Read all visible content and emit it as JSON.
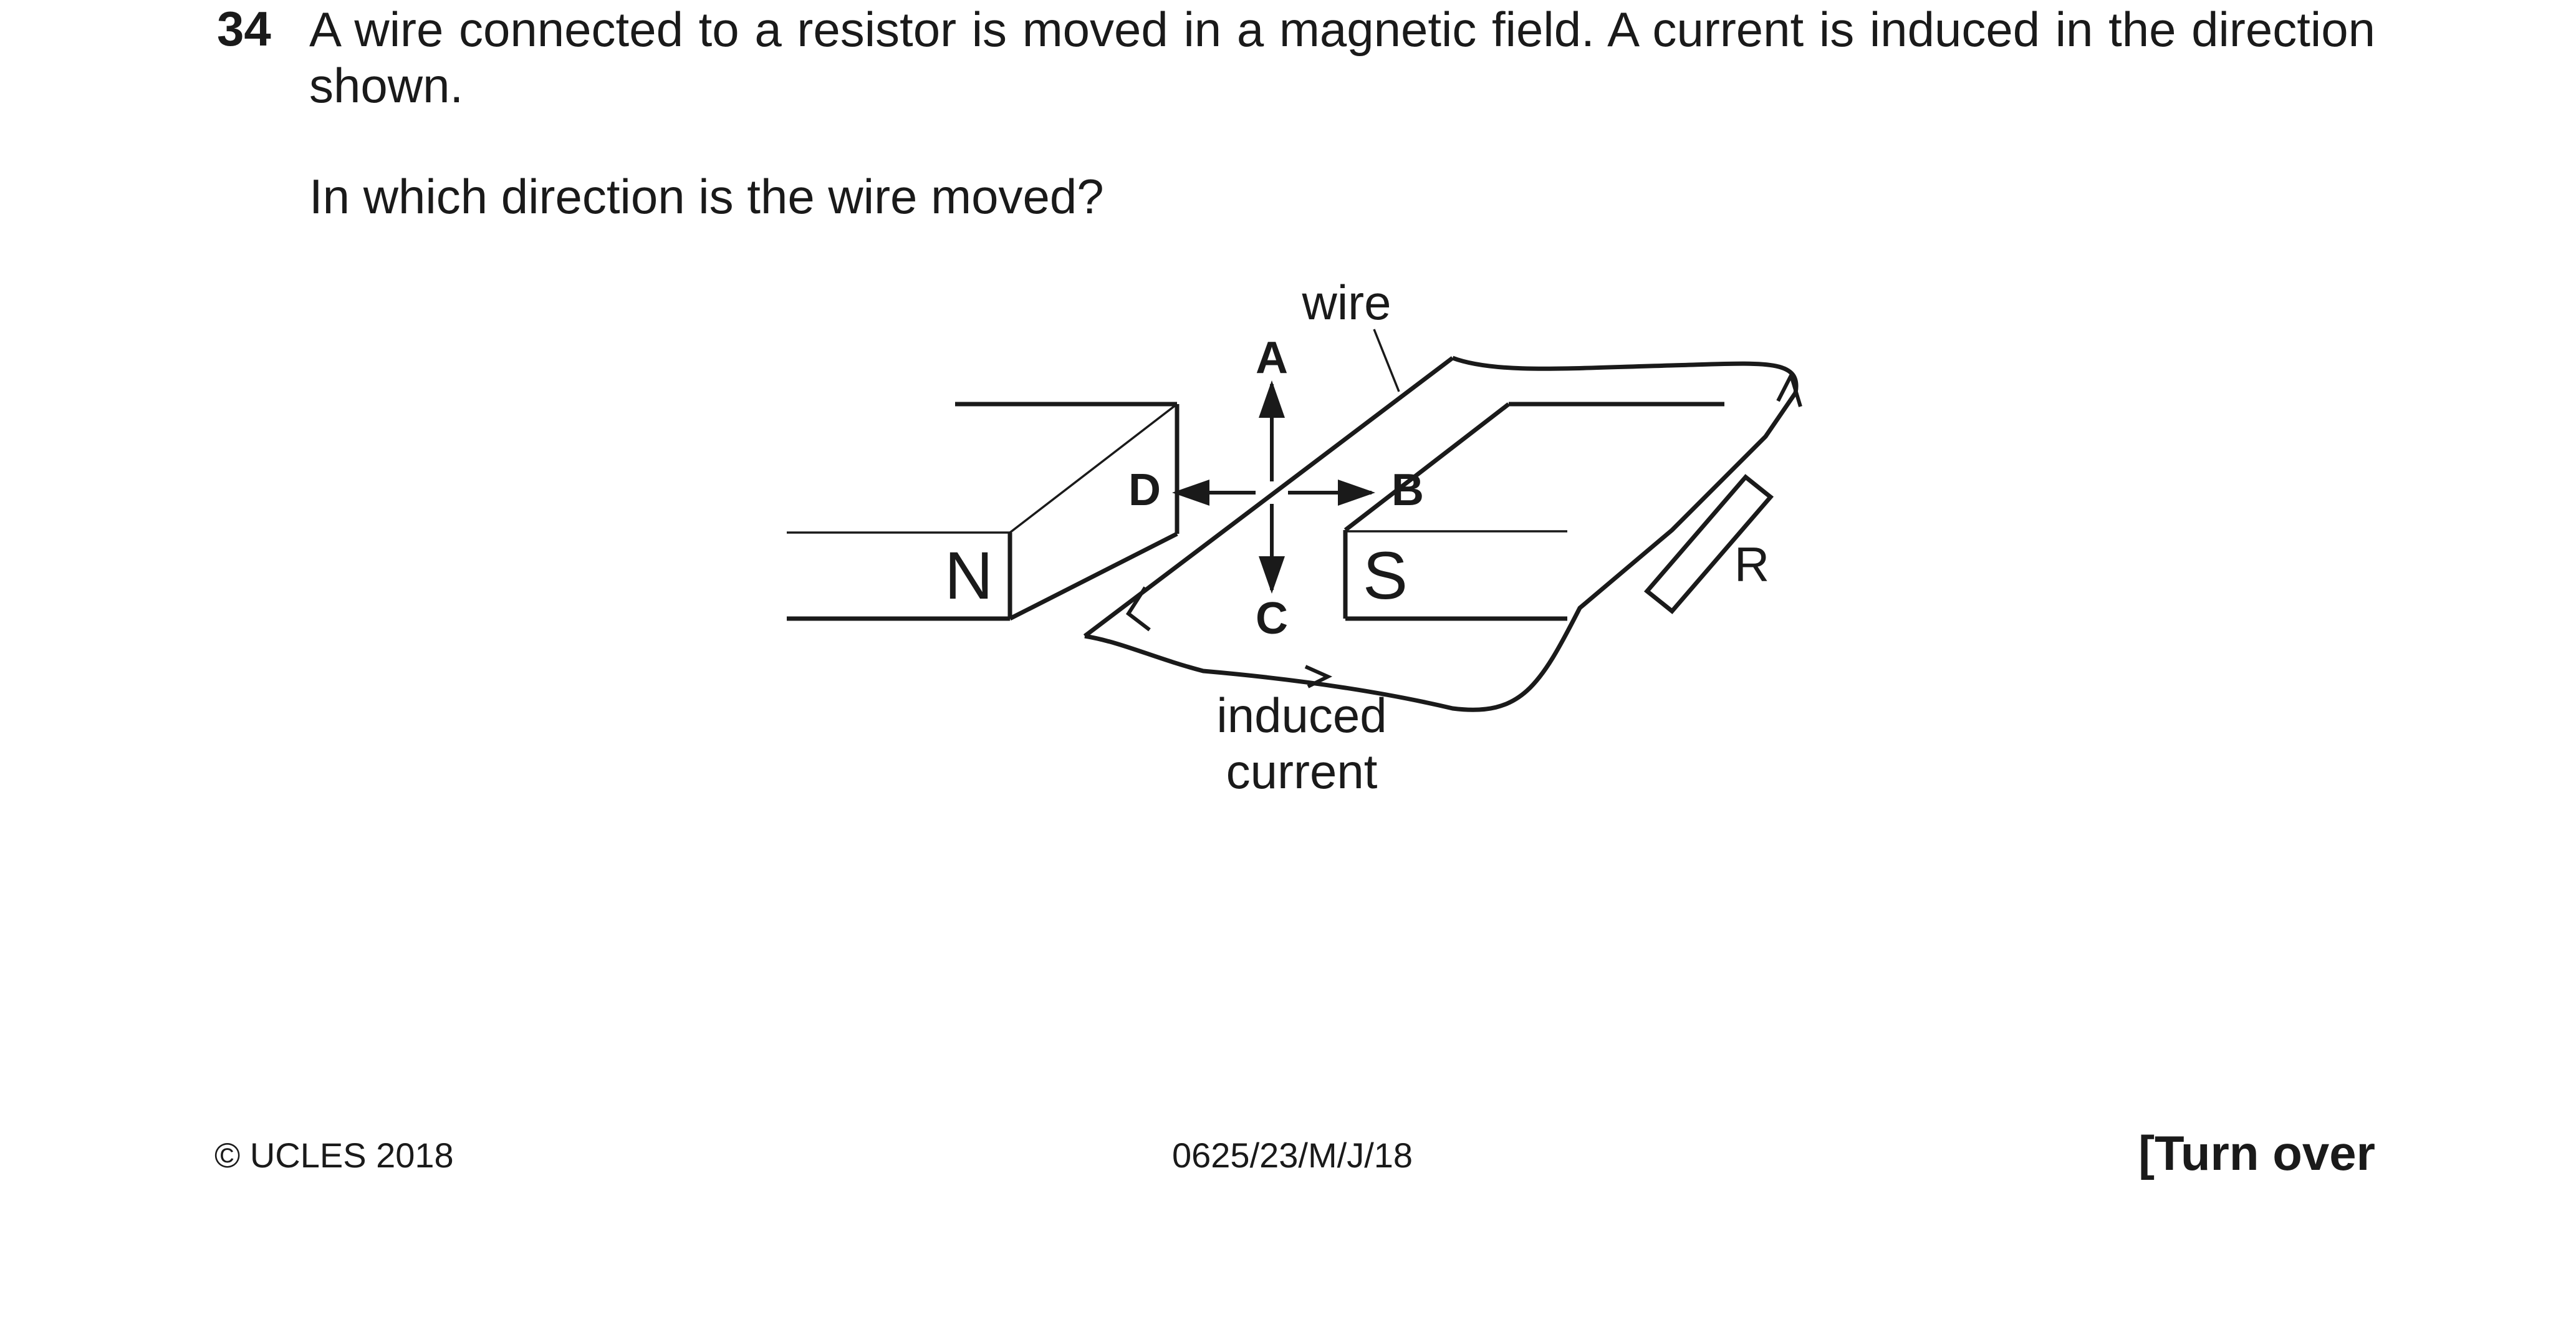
{
  "question": {
    "number": "34",
    "stem": "A wire connected to a resistor is moved in a magnetic field. A current is induced in the direction shown.",
    "prompt": "In which direction is the wire moved?"
  },
  "diagram": {
    "wire_label": "wire",
    "north_pole_label": "N",
    "south_pole_label": "S",
    "resistor_label": "R",
    "direction_labels": {
      "a": "A",
      "b": "B",
      "c": "C",
      "d": "D"
    },
    "current_label_line1": "induced",
    "current_label_line2": "current",
    "stroke_color": "#1a1a1a"
  },
  "footer": {
    "copyright": "© UCLES 2018",
    "paper_code": "0625/23/M/J/18",
    "turn_over": "[Turn over"
  }
}
